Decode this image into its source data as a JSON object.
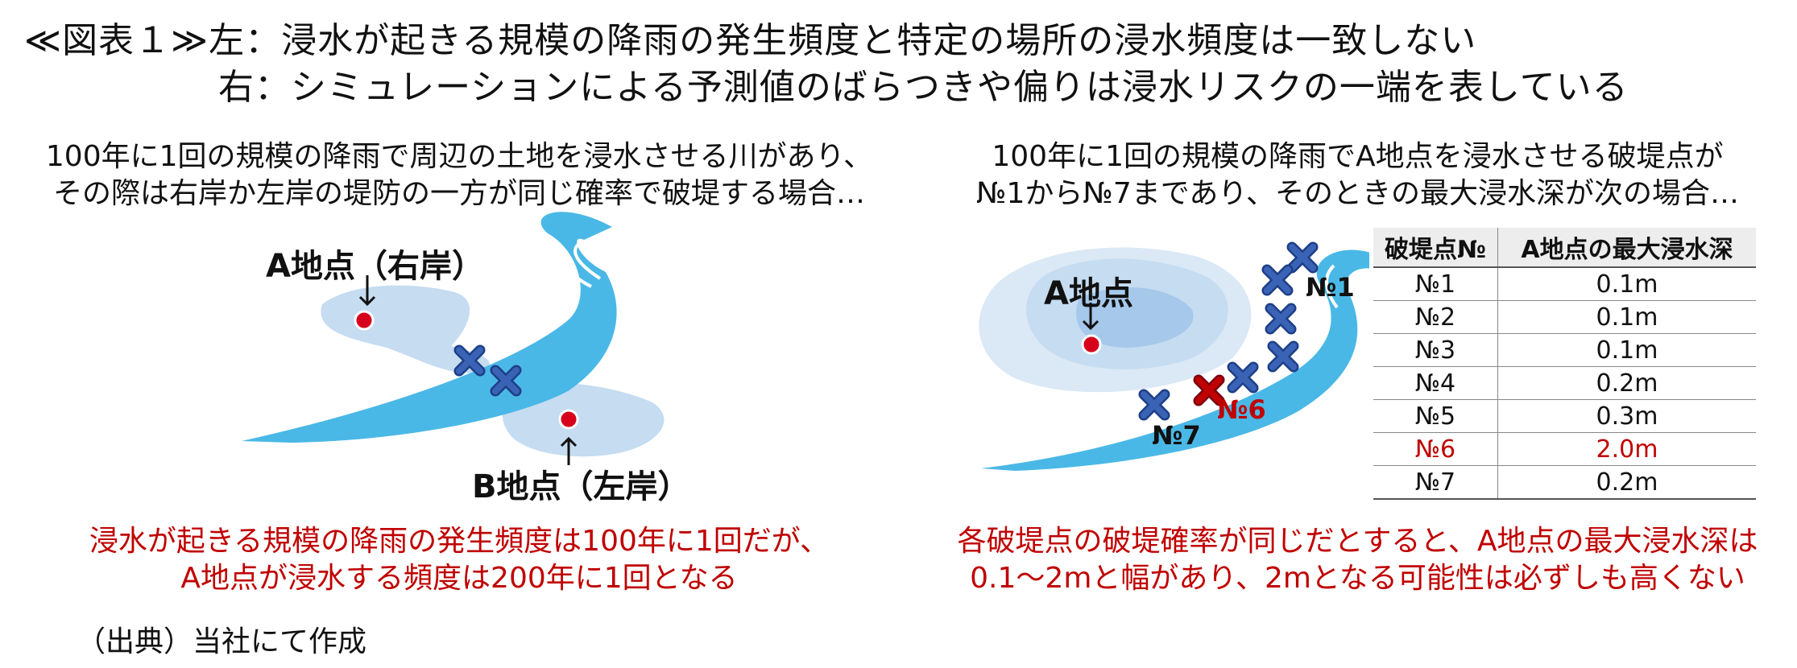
{
  "title": {
    "prefix": "≪図表１≫",
    "line1": "左：浸水が起きる規模の降雨の発生頻度と特定の場所の浸水頻度は一致しない",
    "line2": "右：シミュレーションによる予測値のばらつきや偏りは浸水リスクの一端を表している"
  },
  "left": {
    "condition": [
      "100年に1回の規模の降雨で周辺の土地を浸水させる川があり、",
      "その際は右岸か左岸の堤防の一方が同じ確率で破堤する場合…"
    ],
    "point_a": "A地点（右岸）",
    "point_b": "B地点（左岸）",
    "conclusion": [
      "浸水が起きる規模の降雨の発生頻度は100年に1回だが、",
      "A地点が浸水する頻度は200年に1回となる"
    ]
  },
  "right": {
    "condition": [
      "100年に1回の規模の降雨でA地点を浸水させる破堤点が",
      "№1から№7まであり、そのときの最大浸水深が次の場合…"
    ],
    "point_a": "A地点",
    "labels": {
      "no1": "№1",
      "no6": "№6",
      "no7": "№7"
    },
    "table": {
      "headers": [
        "破堤点№",
        "A地点の最大浸水深"
      ],
      "rows": [
        {
          "point": "№1",
          "depth": "0.1m"
        },
        {
          "point": "№2",
          "depth": "0.1m"
        },
        {
          "point": "№3",
          "depth": "0.1m"
        },
        {
          "point": "№4",
          "depth": "0.2m"
        },
        {
          "point": "№5",
          "depth": "0.3m"
        },
        {
          "point": "№6",
          "depth": "2.0m"
        },
        {
          "point": "№7",
          "depth": "0.2m"
        }
      ]
    },
    "conclusion": [
      "各破堤点の破堤確率が同じだとすると、A地点の最大浸水深は",
      "0.1～2mと幅があり、2mとなる可能性は必ずしも高くない"
    ]
  },
  "source": "（出典）当社にて作成",
  "colors": {
    "river": "#4ab8e6",
    "flood": "#c5dcf1",
    "cross": "#3a63b5",
    "highlight": "#c00000",
    "point": "#d6001c"
  }
}
